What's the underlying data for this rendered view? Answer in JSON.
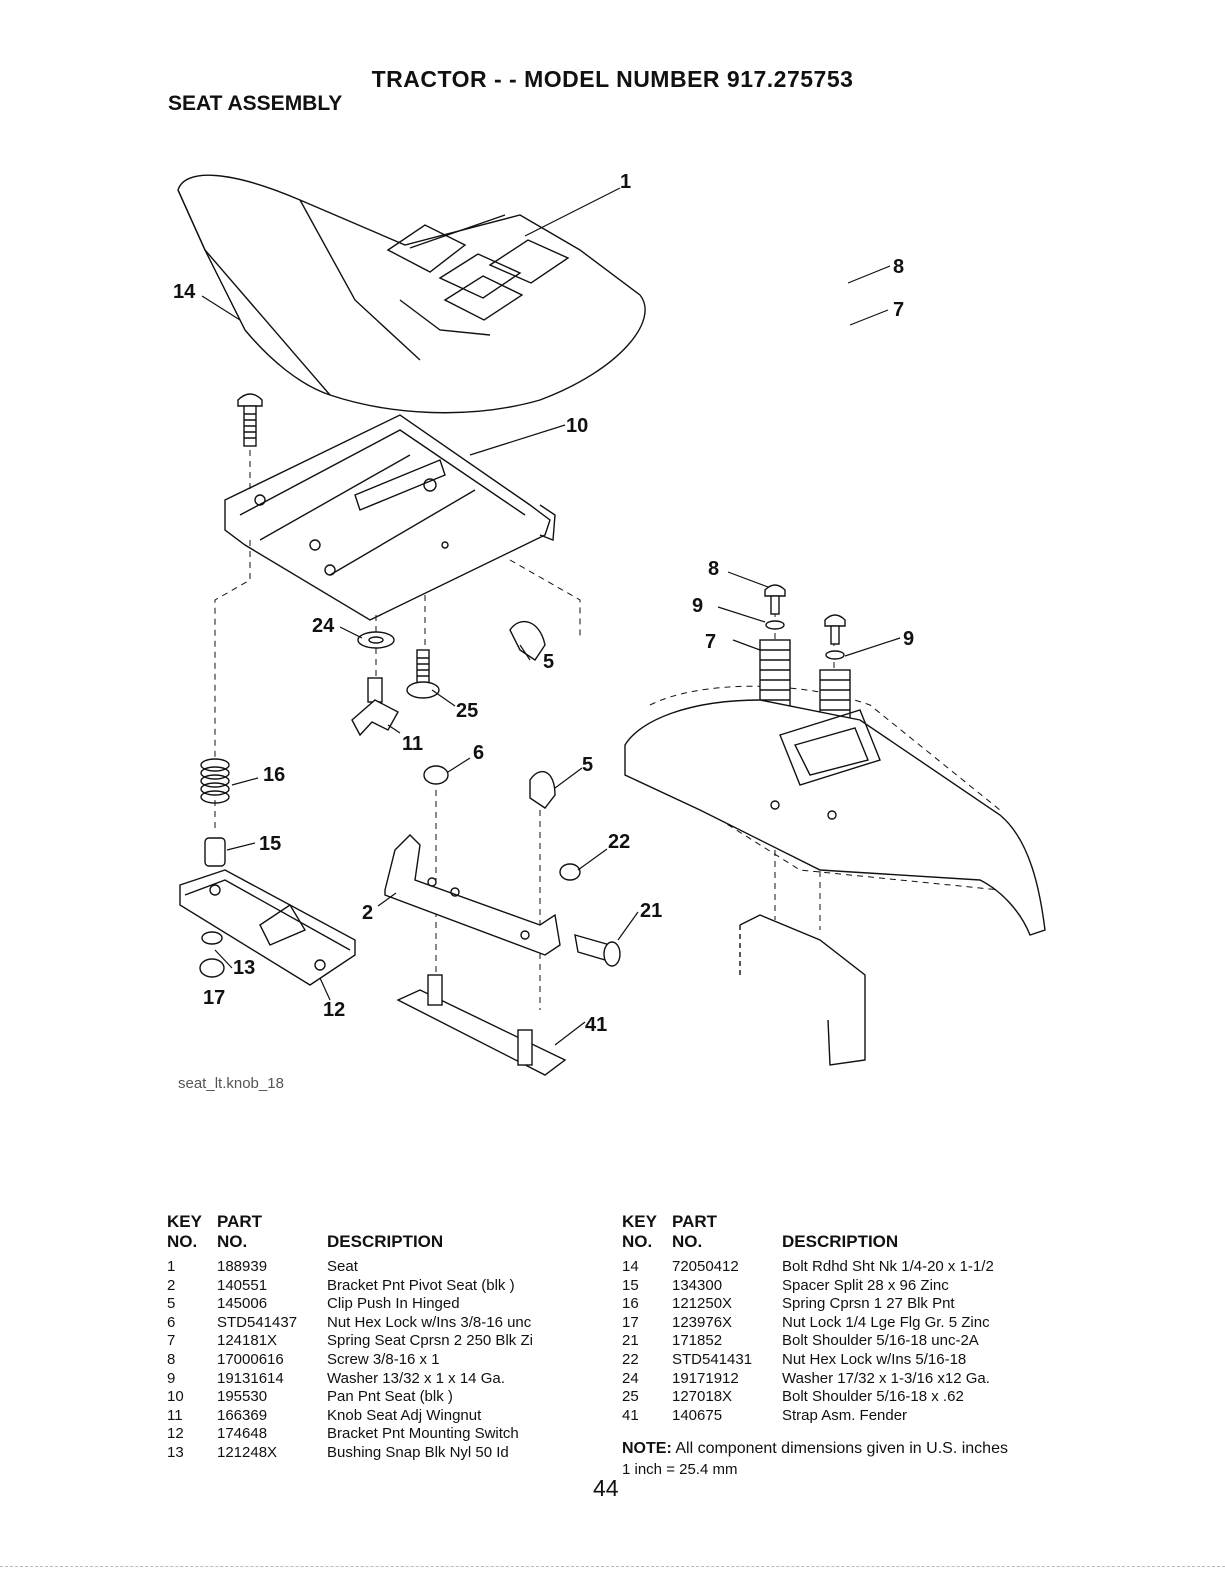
{
  "header": {
    "title": "TRACTOR - - MODEL NUMBER 917.275753",
    "subtitle": "SEAT ASSEMBLY"
  },
  "diagram": {
    "figure_id": "seat_lt.knob_18",
    "callouts": [
      "1",
      "14",
      "10",
      "8",
      "9",
      "8",
      "9",
      "7",
      "7",
      "24",
      "5",
      "25",
      "11",
      "16",
      "6",
      "5",
      "15",
      "22",
      "2",
      "21",
      "13",
      "17",
      "12",
      "41"
    ]
  },
  "parts_table": {
    "headers": {
      "key_line1": "KEY",
      "key_line2": "NO.",
      "part_line1": "PART",
      "part_line2": "NO.",
      "description": "DESCRIPTION"
    },
    "left": [
      {
        "key": "1",
        "part": "188939",
        "description": "Seat"
      },
      {
        "key": "2",
        "part": "140551",
        "description": "Bracket Pnt Pivot Seat (blk )"
      },
      {
        "key": "5",
        "part": "145006",
        "description": "Clip Push In Hinged"
      },
      {
        "key": "6",
        "part": "STD541437",
        "description": "Nut Hex Lock w/Ins 3/8-16 unc"
      },
      {
        "key": "7",
        "part": "124181X",
        "description": "Spring Seat Cprsn 2 250 Blk Zi"
      },
      {
        "key": "8",
        "part": "17000616",
        "description": "Screw 3/8-16 x 1"
      },
      {
        "key": "9",
        "part": "19131614",
        "description": "Washer 13/32 x 1 x 14 Ga."
      },
      {
        "key": "10",
        "part": "195530",
        "description": "Pan Pnt Seat (blk )"
      },
      {
        "key": "11",
        "part": "166369",
        "description": "Knob Seat Adj Wingnut"
      },
      {
        "key": "12",
        "part": "174648",
        "description": "Bracket Pnt Mounting Switch"
      },
      {
        "key": "13",
        "part": "121248X",
        "description": "Bushing Snap Blk Nyl 50 Id"
      }
    ],
    "right": [
      {
        "key": "14",
        "part": "72050412",
        "description": "Bolt Rdhd Sht Nk 1/4-20 x 1-1/2"
      },
      {
        "key": "15",
        "part": "134300",
        "description": "Spacer Split 28 x 96 Zinc"
      },
      {
        "key": "16",
        "part": "121250X",
        "description": "Spring Cprsn 1 27 Blk Pnt"
      },
      {
        "key": "17",
        "part": "123976X",
        "description": "Nut Lock 1/4 Lge Flg Gr. 5 Zinc"
      },
      {
        "key": "21",
        "part": "171852",
        "description": "Bolt Shoulder 5/16-18 unc-2A"
      },
      {
        "key": "22",
        "part": "STD541431",
        "description": "Nut Hex Lock w/Ins 5/16-18"
      },
      {
        "key": "24",
        "part": "19171912",
        "description": "Washer 17/32 x 1-3/16 x12 Ga."
      },
      {
        "key": "25",
        "part": "127018X",
        "description": "Bolt Shoulder 5/16-18 x .62"
      },
      {
        "key": "41",
        "part": "140675",
        "description": "Strap Asm. Fender"
      }
    ]
  },
  "note": {
    "label": "NOTE:",
    "text": " All component dimensions given in U.S. inches",
    "conversion": "1 inch = 25.4 mm"
  },
  "page_number": "44"
}
